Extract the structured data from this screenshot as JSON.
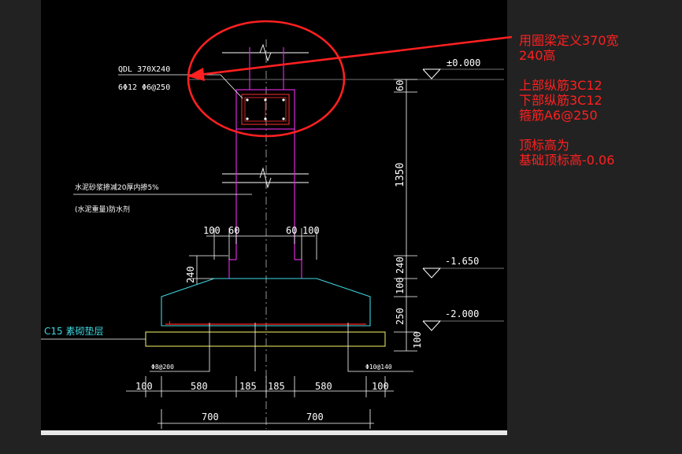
{
  "drawing": {
    "beam_tag": "QDL 370X240",
    "beam_rebar": "6Φ12  Φ6@250",
    "elev_top": "±0.000",
    "elev_mid": "-1.650",
    "elev_bot": "-2.000",
    "dim_60_top": "60",
    "dim_1350": "1350",
    "dim_240_right": "240",
    "dim_100_right": "100",
    "dim_250_right": "250",
    "dim_100_bottom_right": "100",
    "dim_240_left": "240",
    "dim_100_left": "100",
    "dim_60_left": "60",
    "dim_60_right": "60",
    "dim_100_right_top": "100",
    "mortar_note": "水泥砂浆掺减20厚内掺5%",
    "waterproof_note": "(水泥重量)防水剂",
    "cushion_label": "C15 素砌垫层",
    "rebar_left": "Φ8@200",
    "rebar_right": "Φ10@140",
    "bottom_dims": [
      "100",
      "580",
      "185",
      "185",
      "580",
      "100"
    ],
    "half_dims": [
      "700",
      "700"
    ]
  },
  "annotation": {
    "line1": "用圈梁定义370宽",
    "line2": "240高",
    "line3": "上部纵筋3C12",
    "line4": "下部纵筋3C12",
    "line5": "箍筋A6@250",
    "line6": "顶标高为",
    "line7": "基础顶标高-0.06"
  },
  "colors": {
    "background": "#000000",
    "wall": "#d62ad6",
    "dimension": "#ffffff",
    "leader": "#ff2020",
    "cushion": "#e0e060",
    "footing": "#3fd7e0"
  }
}
